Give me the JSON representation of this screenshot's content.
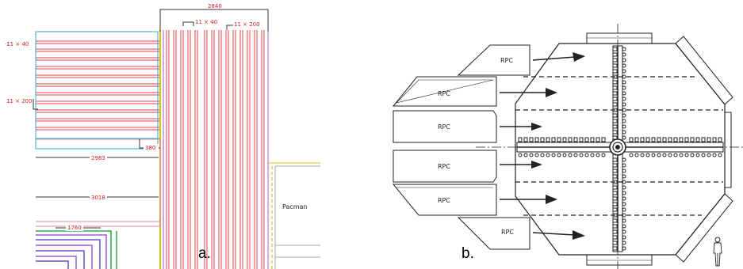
{
  "panel_a": {
    "caption": "a.",
    "dim_top": "2840",
    "dim_11x40_top": "11 × 40",
    "dim_11x200_top": "11 × 200",
    "dim_11x40_left": "·11 × 40",
    "dim_11x200_left": "11 × 200",
    "dim_380": "380",
    "dim_2983": "2983",
    "dim_3018": "3018",
    "dim_1760": "1760",
    "region_label": "Pacman"
  },
  "panel_b": {
    "caption": "b.",
    "rpc_labels": [
      "RPC",
      "RPC",
      "RPC",
      "RPC",
      "RPC",
      "RPC"
    ]
  }
}
